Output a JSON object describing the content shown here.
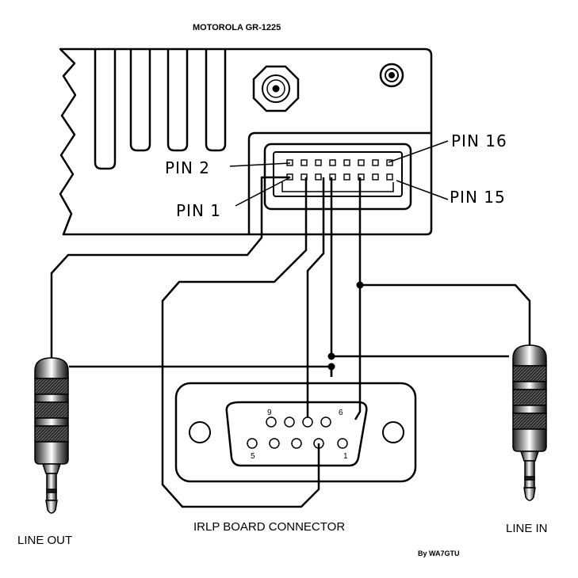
{
  "title": "MOTOROLA GR-1225",
  "pins": {
    "pin16": "PIN 16",
    "pin15": "PIN 15",
    "pin2": "PIN 2",
    "pin1": "PIN 1"
  },
  "jacks": {
    "line_out": "LINE OUT",
    "line_in": "LINE IN"
  },
  "connector": {
    "label": "IRLP BOARD CONNECTOR",
    "pin_9": "9",
    "pin_6": "6",
    "pin_5": "5",
    "pin_1": "1"
  },
  "credit": "By WA7GTU",
  "colors": {
    "line": "#000000",
    "background": "#ffffff",
    "jack_dark": "#1a1a1a",
    "jack_light": "#e8e8e8"
  }
}
